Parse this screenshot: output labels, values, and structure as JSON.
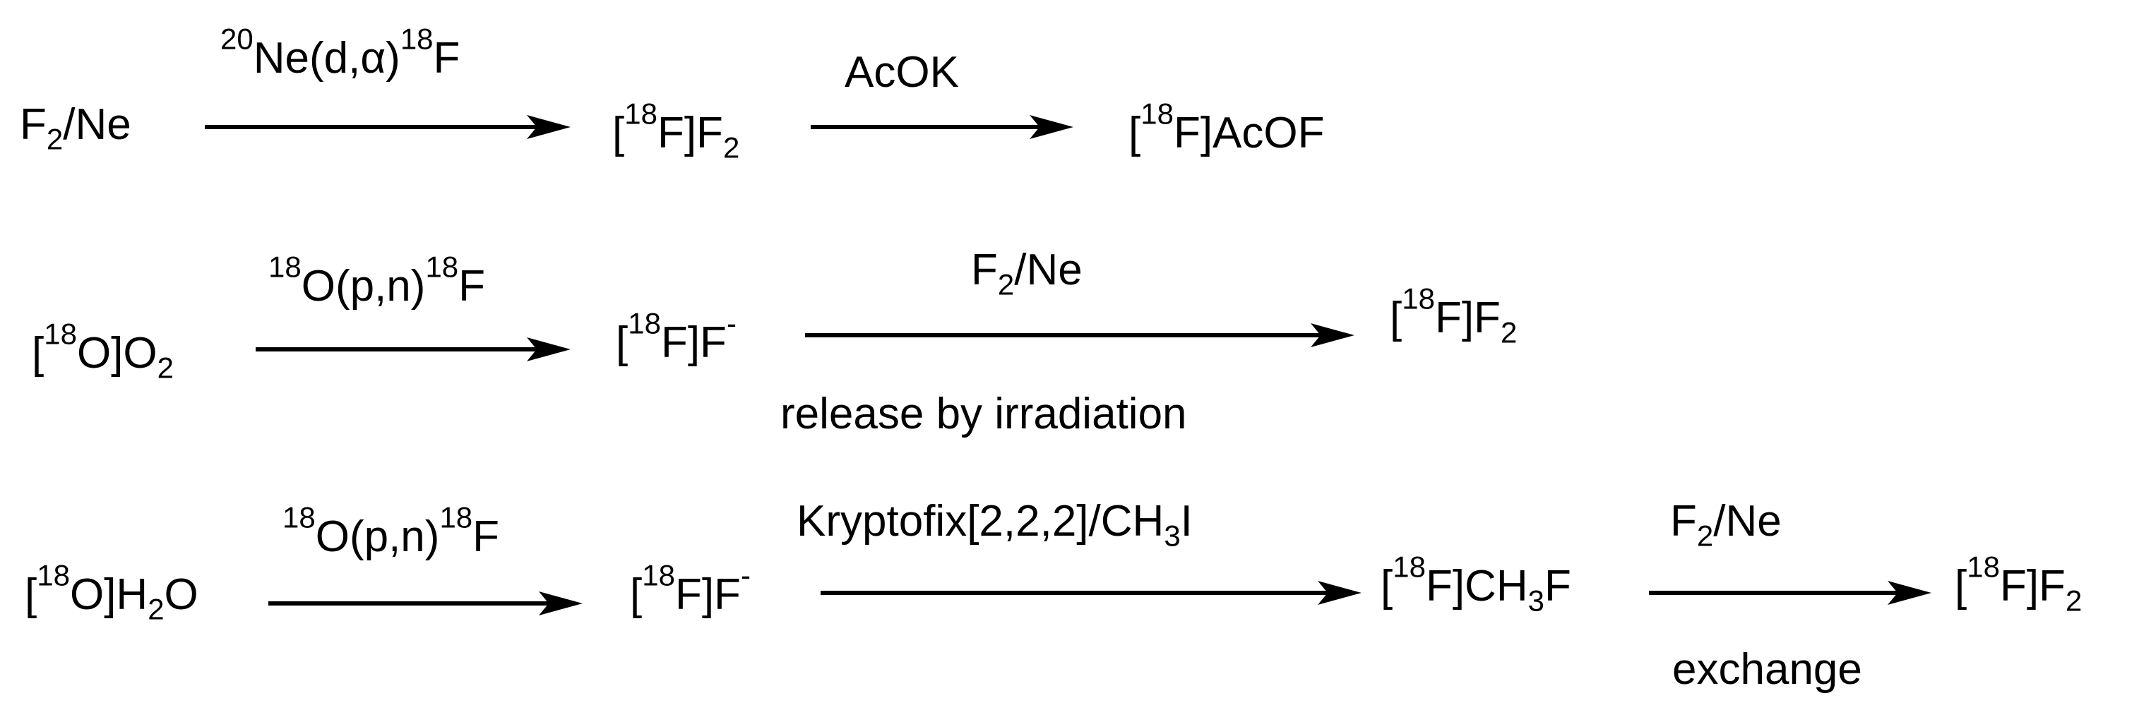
{
  "rows": [
    {
      "species": [
        {
          "id": "F2_Ne",
          "parts": [
            [
              "t",
              "F"
            ],
            [
              "sub",
              "2"
            ],
            [
              "t",
              "/Ne"
            ]
          ]
        },
        {
          "id": "18F_F2",
          "parts": [
            [
              "t",
              "["
            ],
            [
              "sup",
              "18"
            ],
            [
              "t",
              "F]F"
            ],
            [
              "sub",
              "2"
            ]
          ]
        },
        {
          "id": "18F_AcOF",
          "parts": [
            [
              "t",
              "["
            ],
            [
              "sup",
              "18"
            ],
            [
              "t",
              "F]AcOF"
            ]
          ]
        }
      ],
      "arrows": [
        {
          "above": [
            [
              "sup",
              "20"
            ],
            [
              "t",
              "Ne(d,α)"
            ],
            [
              "sup",
              "18"
            ],
            [
              "t",
              "F"
            ]
          ],
          "below": []
        },
        {
          "above": [
            [
              "t",
              "AcOK"
            ]
          ],
          "below": []
        }
      ]
    },
    {
      "species": [
        {
          "id": "18O_O2",
          "parts": [
            [
              "t",
              "["
            ],
            [
              "sup",
              "18"
            ],
            [
              "t",
              "O]O"
            ],
            [
              "sub",
              "2"
            ]
          ]
        },
        {
          "id": "18F_F_minus",
          "parts": [
            [
              "t",
              "["
            ],
            [
              "sup",
              "18"
            ],
            [
              "t",
              "F]F"
            ],
            [
              "sup",
              "-"
            ]
          ]
        },
        {
          "id": "18F_F2",
          "parts": [
            [
              "t",
              "["
            ],
            [
              "sup",
              "18"
            ],
            [
              "t",
              "F]F"
            ],
            [
              "sub",
              "2"
            ]
          ]
        }
      ],
      "arrows": [
        {
          "above": [
            [
              "sup",
              "18"
            ],
            [
              "t",
              "O(p,n)"
            ],
            [
              "sup",
              "18"
            ],
            [
              "t",
              "F"
            ]
          ],
          "below": []
        },
        {
          "above": [
            [
              "t",
              "F"
            ],
            [
              "sub",
              "2"
            ],
            [
              "t",
              "/Ne"
            ]
          ],
          "below": [
            [
              "t",
              "release by irradiation"
            ]
          ]
        }
      ]
    },
    {
      "species": [
        {
          "id": "18O_H2O",
          "parts": [
            [
              "t",
              "["
            ],
            [
              "sup",
              "18"
            ],
            [
              "t",
              "O]H"
            ],
            [
              "sub",
              "2"
            ],
            [
              "t",
              "O"
            ]
          ]
        },
        {
          "id": "18F_F_minus",
          "parts": [
            [
              "t",
              "["
            ],
            [
              "sup",
              "18"
            ],
            [
              "t",
              "F]F"
            ],
            [
              "sup",
              "-"
            ]
          ]
        },
        {
          "id": "18F_CH3F",
          "parts": [
            [
              "t",
              "["
            ],
            [
              "sup",
              "18"
            ],
            [
              "t",
              "F]CH"
            ],
            [
              "sub",
              "3"
            ],
            [
              "t",
              "F"
            ]
          ]
        },
        {
          "id": "18F_F2",
          "parts": [
            [
              "t",
              "["
            ],
            [
              "sup",
              "18"
            ],
            [
              "t",
              "F]F"
            ],
            [
              "sub",
              "2"
            ]
          ]
        }
      ],
      "arrows": [
        {
          "above": [
            [
              "sup",
              "18"
            ],
            [
              "t",
              "O(p,n)"
            ],
            [
              "sup",
              "18"
            ],
            [
              "t",
              "F"
            ]
          ],
          "below": []
        },
        {
          "above": [
            [
              "t",
              "Kryptofix[2,2,2]/CH"
            ],
            [
              "sub",
              "3"
            ],
            [
              "t",
              "I"
            ]
          ],
          "below": []
        },
        {
          "above": [
            [
              "t",
              "F"
            ],
            [
              "sub",
              "2"
            ],
            [
              "t",
              "/Ne"
            ]
          ],
          "below": [
            [
              "t",
              "exchange"
            ]
          ]
        }
      ]
    }
  ]
}
